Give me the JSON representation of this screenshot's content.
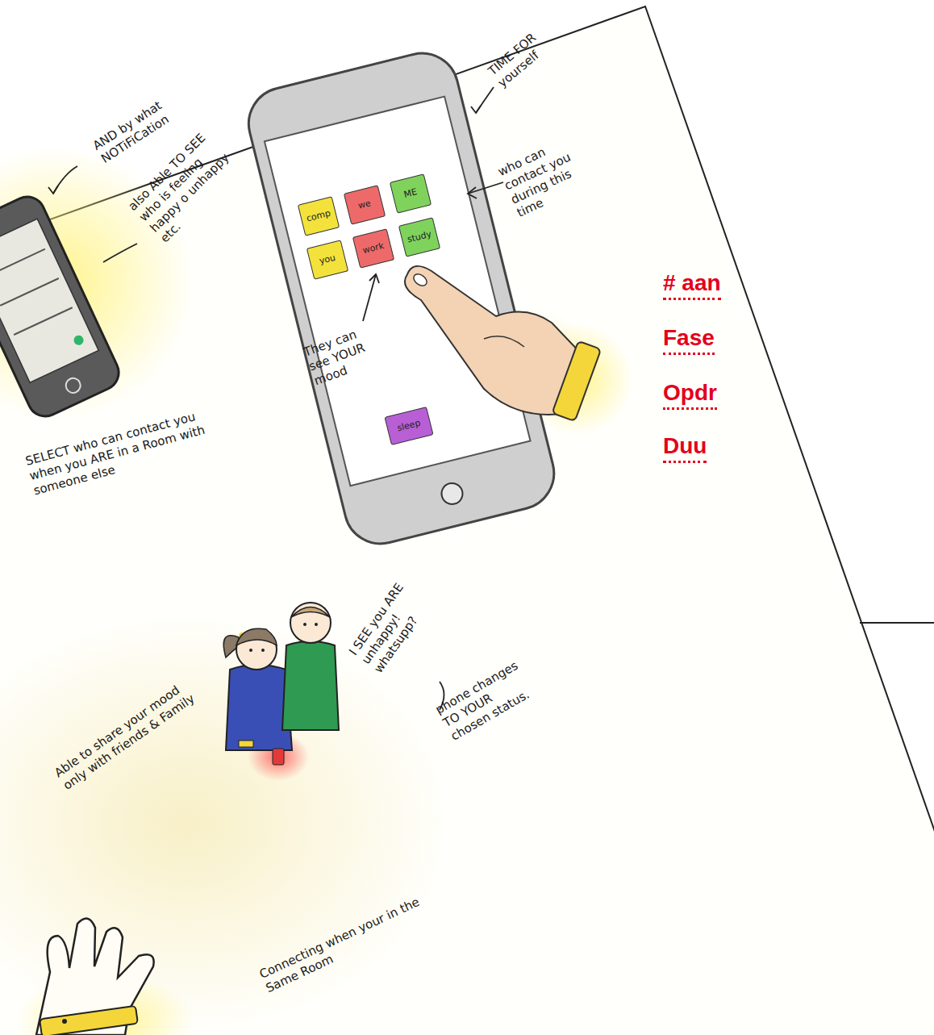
{
  "diagram": {
    "nodes": [
      {
        "text": [
          "comp"
        ]
      },
      {
        "text": [
          "we"
        ]
      },
      {
        "text": [
          "ME"
        ]
      },
      {
        "text": [
          "you"
        ]
      },
      {
        "text": [
          "work"
        ]
      },
      {
        "text": [
          "study"
        ]
      },
      {
        "text": [
          "sleep"
        ]
      }
    ],
    "labels": [
      "AND by what NOTiFiCation",
      "TIME FOR yourself",
      "who can contact you during this time",
      "also Able TO SEE who is feeling happy o unhappy etc.",
      "They can see YOUR mood",
      "# aan",
      "Fase",
      "Opdr",
      "Duu",
      "SELECT who can contact you when you ARE in a Room with someone else",
      "I SEE you ARE unhappy! whatsupp?",
      "Able to share your mood only with friends & Family",
      "phone changes TO YOUR chosen status.",
      "Connecting when your in the Same Room"
    ]
  }
}
